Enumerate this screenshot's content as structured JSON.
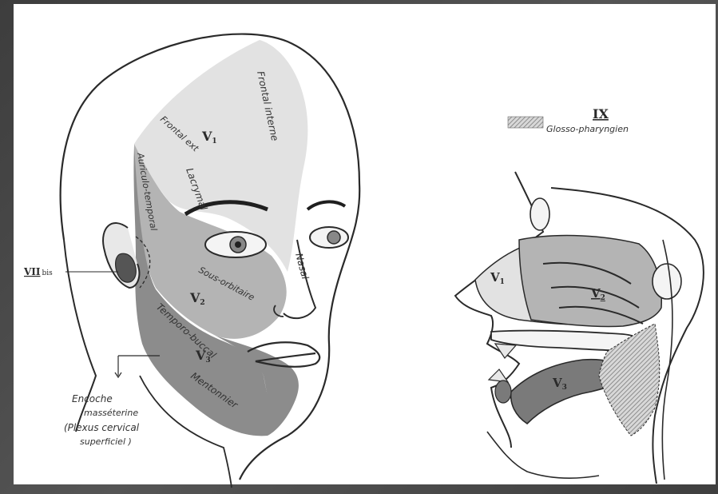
{
  "face_labels": {
    "v1": "V",
    "v1_sub": "1",
    "v2": "V",
    "v2_sub": "2",
    "v3": "V",
    "v3_sub": "3",
    "frontal_interne": "Frontal interne",
    "frontal_ext": "Frontal ext",
    "lacrymal": "Lacrymal",
    "auriculo_temporal": "Auriculo-temporal",
    "nasal": "Nasal",
    "sous_orbitaire": "Sous-orbitaire",
    "temporo_buccal": "Temporo-buccal",
    "mentonnier": "Mentonnier",
    "vii_bis": "VII",
    "vii_bis_suffix": "bis",
    "encoche_line1": "Encoche",
    "encoche_line2": "masséterine",
    "encoche_line3": "(Plexus cervical",
    "encoche_line4": "superficiel )"
  },
  "section_labels": {
    "ix": "IX",
    "glosso": "Glosso-pharyngien",
    "v1": "V",
    "v1_sub": "1",
    "v2": "V",
    "v2_sub": "2",
    "v3": "V",
    "v3_sub": "3"
  },
  "colors": {
    "v1_zone": "#e2e2e2",
    "v2_zone": "#b4b4b4",
    "v3_zone": "#8c8c8c",
    "ear_zone": "#555555",
    "outline": "#2a2a2a"
  }
}
